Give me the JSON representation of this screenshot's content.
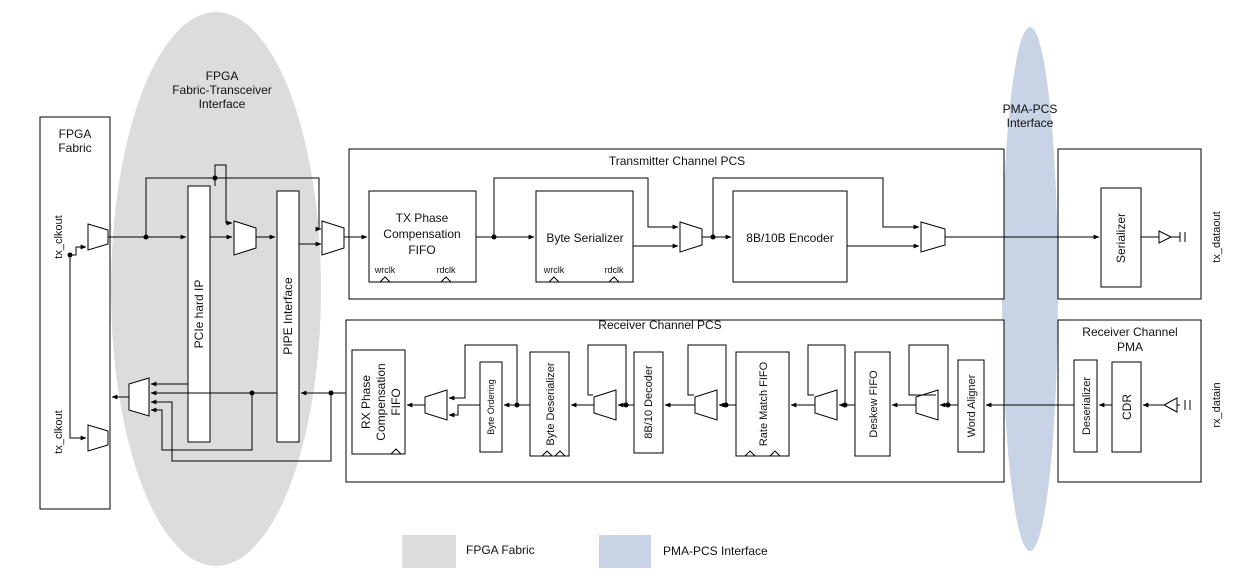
{
  "colors": {
    "fabric": "#dcdcdc",
    "pma_pcs": "#c8d3e6",
    "line": "#000000"
  },
  "icons": {
    "mux": "mux-icon",
    "buffer": "buffer-icon",
    "clock_edge": "clock-edge-icon"
  },
  "regions": {
    "fabric_transceiver": {
      "line1": "FPGA",
      "line2": "Fabric-Transceiver",
      "line3": "Interface"
    },
    "pma_pcs": {
      "line1": "PMA-PCS",
      "line2": "Interface"
    }
  },
  "fpga_fabric": {
    "line1": "FPGA",
    "line2": "Fabric",
    "tx_clkout_top": "tx_clkout",
    "tx_clkout_bottom": "tx_clkout"
  },
  "interface_blocks": {
    "pcie": "PCIe hard IP",
    "pipe": "PIPE Interface"
  },
  "tx_pcs": {
    "title": "Transmitter Channel PCS",
    "phase_fifo": {
      "line1": "TX Phase",
      "line2": "Compensation",
      "line3": "FIFO",
      "wrclk": "wrclk",
      "rdclk": "rdclk"
    },
    "byte_serializer": {
      "label": "Byte Serializer",
      "wrclk": "wrclk",
      "rdclk": "rdclk"
    },
    "encoder": "8B/10B Encoder"
  },
  "tx_pma": {
    "serializer": "Serializer",
    "dataout": "tx_dataout"
  },
  "rx_pcs": {
    "title": "Receiver Channel PCS",
    "phase_fifo": {
      "line1": "RX Phase",
      "line2": "Compensation",
      "line3": "FIFO"
    },
    "byte_ordering": "Byte Ordering",
    "byte_deserializer": "Byte Deserializer",
    "decoder": "8B/10 Decoder",
    "rate_match": "Rate Match FIFO",
    "deskew": "Deskew FIFO",
    "word_aligner": "Word Aligner"
  },
  "rx_pma": {
    "title_line1": "Receiver Channel",
    "title_line2": "PMA",
    "deserializer": "Deserializer",
    "cdr": "CDR",
    "datain": "rx_datain"
  },
  "legend": {
    "fabric": "FPGA Fabric",
    "pma_pcs": "PMA-PCS Interface"
  }
}
